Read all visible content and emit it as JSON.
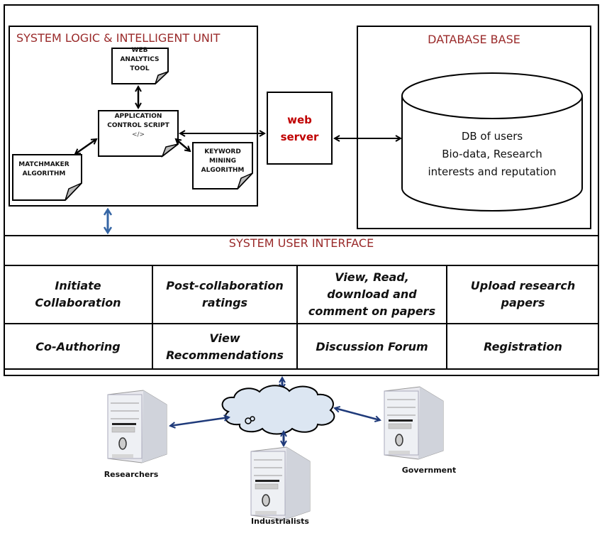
{
  "logic_unit": {
    "title": "SYSTEM LOGIC & INTELLIGENT UNIT",
    "web_analytics": [
      "WEB",
      "ANALYTICS",
      "TOOL"
    ],
    "app_control": [
      "APPLICATION",
      "CONTROL SCRIPT",
      "</>"
    ],
    "matchmaker": [
      "MATCHMAKER",
      "ALGORITHM"
    ],
    "keyword_mining": [
      "KEYWORD",
      "MINING",
      "ALGORITHM"
    ]
  },
  "web_server": {
    "line1": "web",
    "line2": "server"
  },
  "database": {
    "title": "DATABASE BASE",
    "lines": [
      "DB of users",
      "Bio-data, Research",
      "interests and reputation"
    ]
  },
  "user_interface": {
    "title": "SYSTEM USER INTERFACE",
    "rows": [
      [
        "Initiate\nCollaboration",
        "Post-collaboration\nratings",
        "View, Read,\ndownload and\ncomment on papers",
        "Upload research\npapers"
      ],
      [
        "Co-Authoring",
        "View\nRecommendations",
        "Discussion Forum",
        "Registration"
      ]
    ]
  },
  "clients": {
    "researchers": "Researchers",
    "industrialists": "Industrialists",
    "government": "Government"
  },
  "colors": {
    "title_red": "#9a2a2a",
    "server_red": "#c00000",
    "arrow_blue": "#1f3a7a",
    "link_blue": "#3465a4",
    "cloud_fill": "#dce6f2"
  }
}
